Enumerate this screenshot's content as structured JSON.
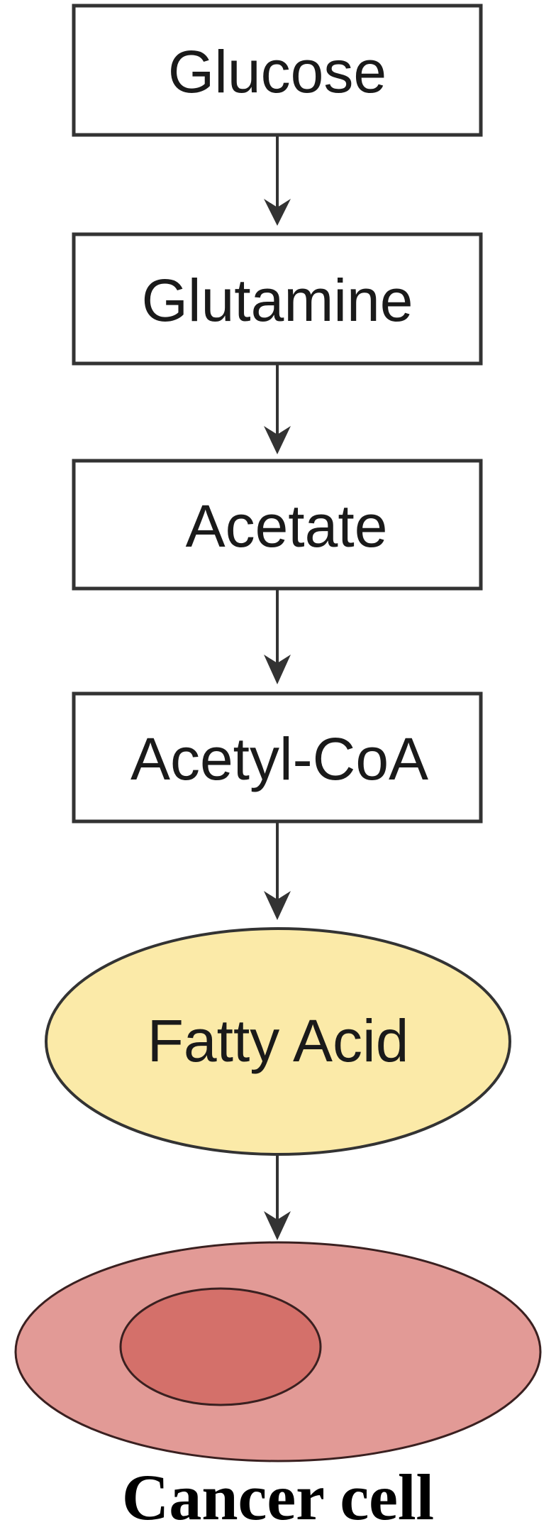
{
  "diagram": {
    "type": "flowchart",
    "direction": "top-to-bottom",
    "nodes": [
      {
        "id": "glucose",
        "label": "Glucose",
        "shape": "rectangle"
      },
      {
        "id": "glutamine",
        "label": "Glutamine",
        "shape": "rectangle"
      },
      {
        "id": "acetate",
        "label": "Acetate",
        "shape": "rectangle"
      },
      {
        "id": "acetyl_coa",
        "label": "Acetyl-CoA",
        "shape": "rectangle"
      },
      {
        "id": "fatty_acid",
        "label": "Fatty Acid",
        "shape": "ellipse",
        "fill": "#fbeaa8"
      },
      {
        "id": "cancer_cell",
        "label": "Cancer cell",
        "shape": "cell",
        "fill": "#e29a96",
        "nucleus_fill": "#d4706a"
      }
    ],
    "edges": [
      {
        "from": "glucose",
        "to": "glutamine"
      },
      {
        "from": "glutamine",
        "to": "acetate"
      },
      {
        "from": "acetate",
        "to": "acetyl_coa"
      },
      {
        "from": "acetyl_coa",
        "to": "fatty_acid"
      },
      {
        "from": "fatty_acid",
        "to": "cancer_cell"
      }
    ]
  },
  "colors": {
    "stroke": "#333333",
    "fatty_acid_fill": "#fbeaa8",
    "cell_fill": "#e29a96",
    "nucleus_fill": "#d4706a"
  }
}
